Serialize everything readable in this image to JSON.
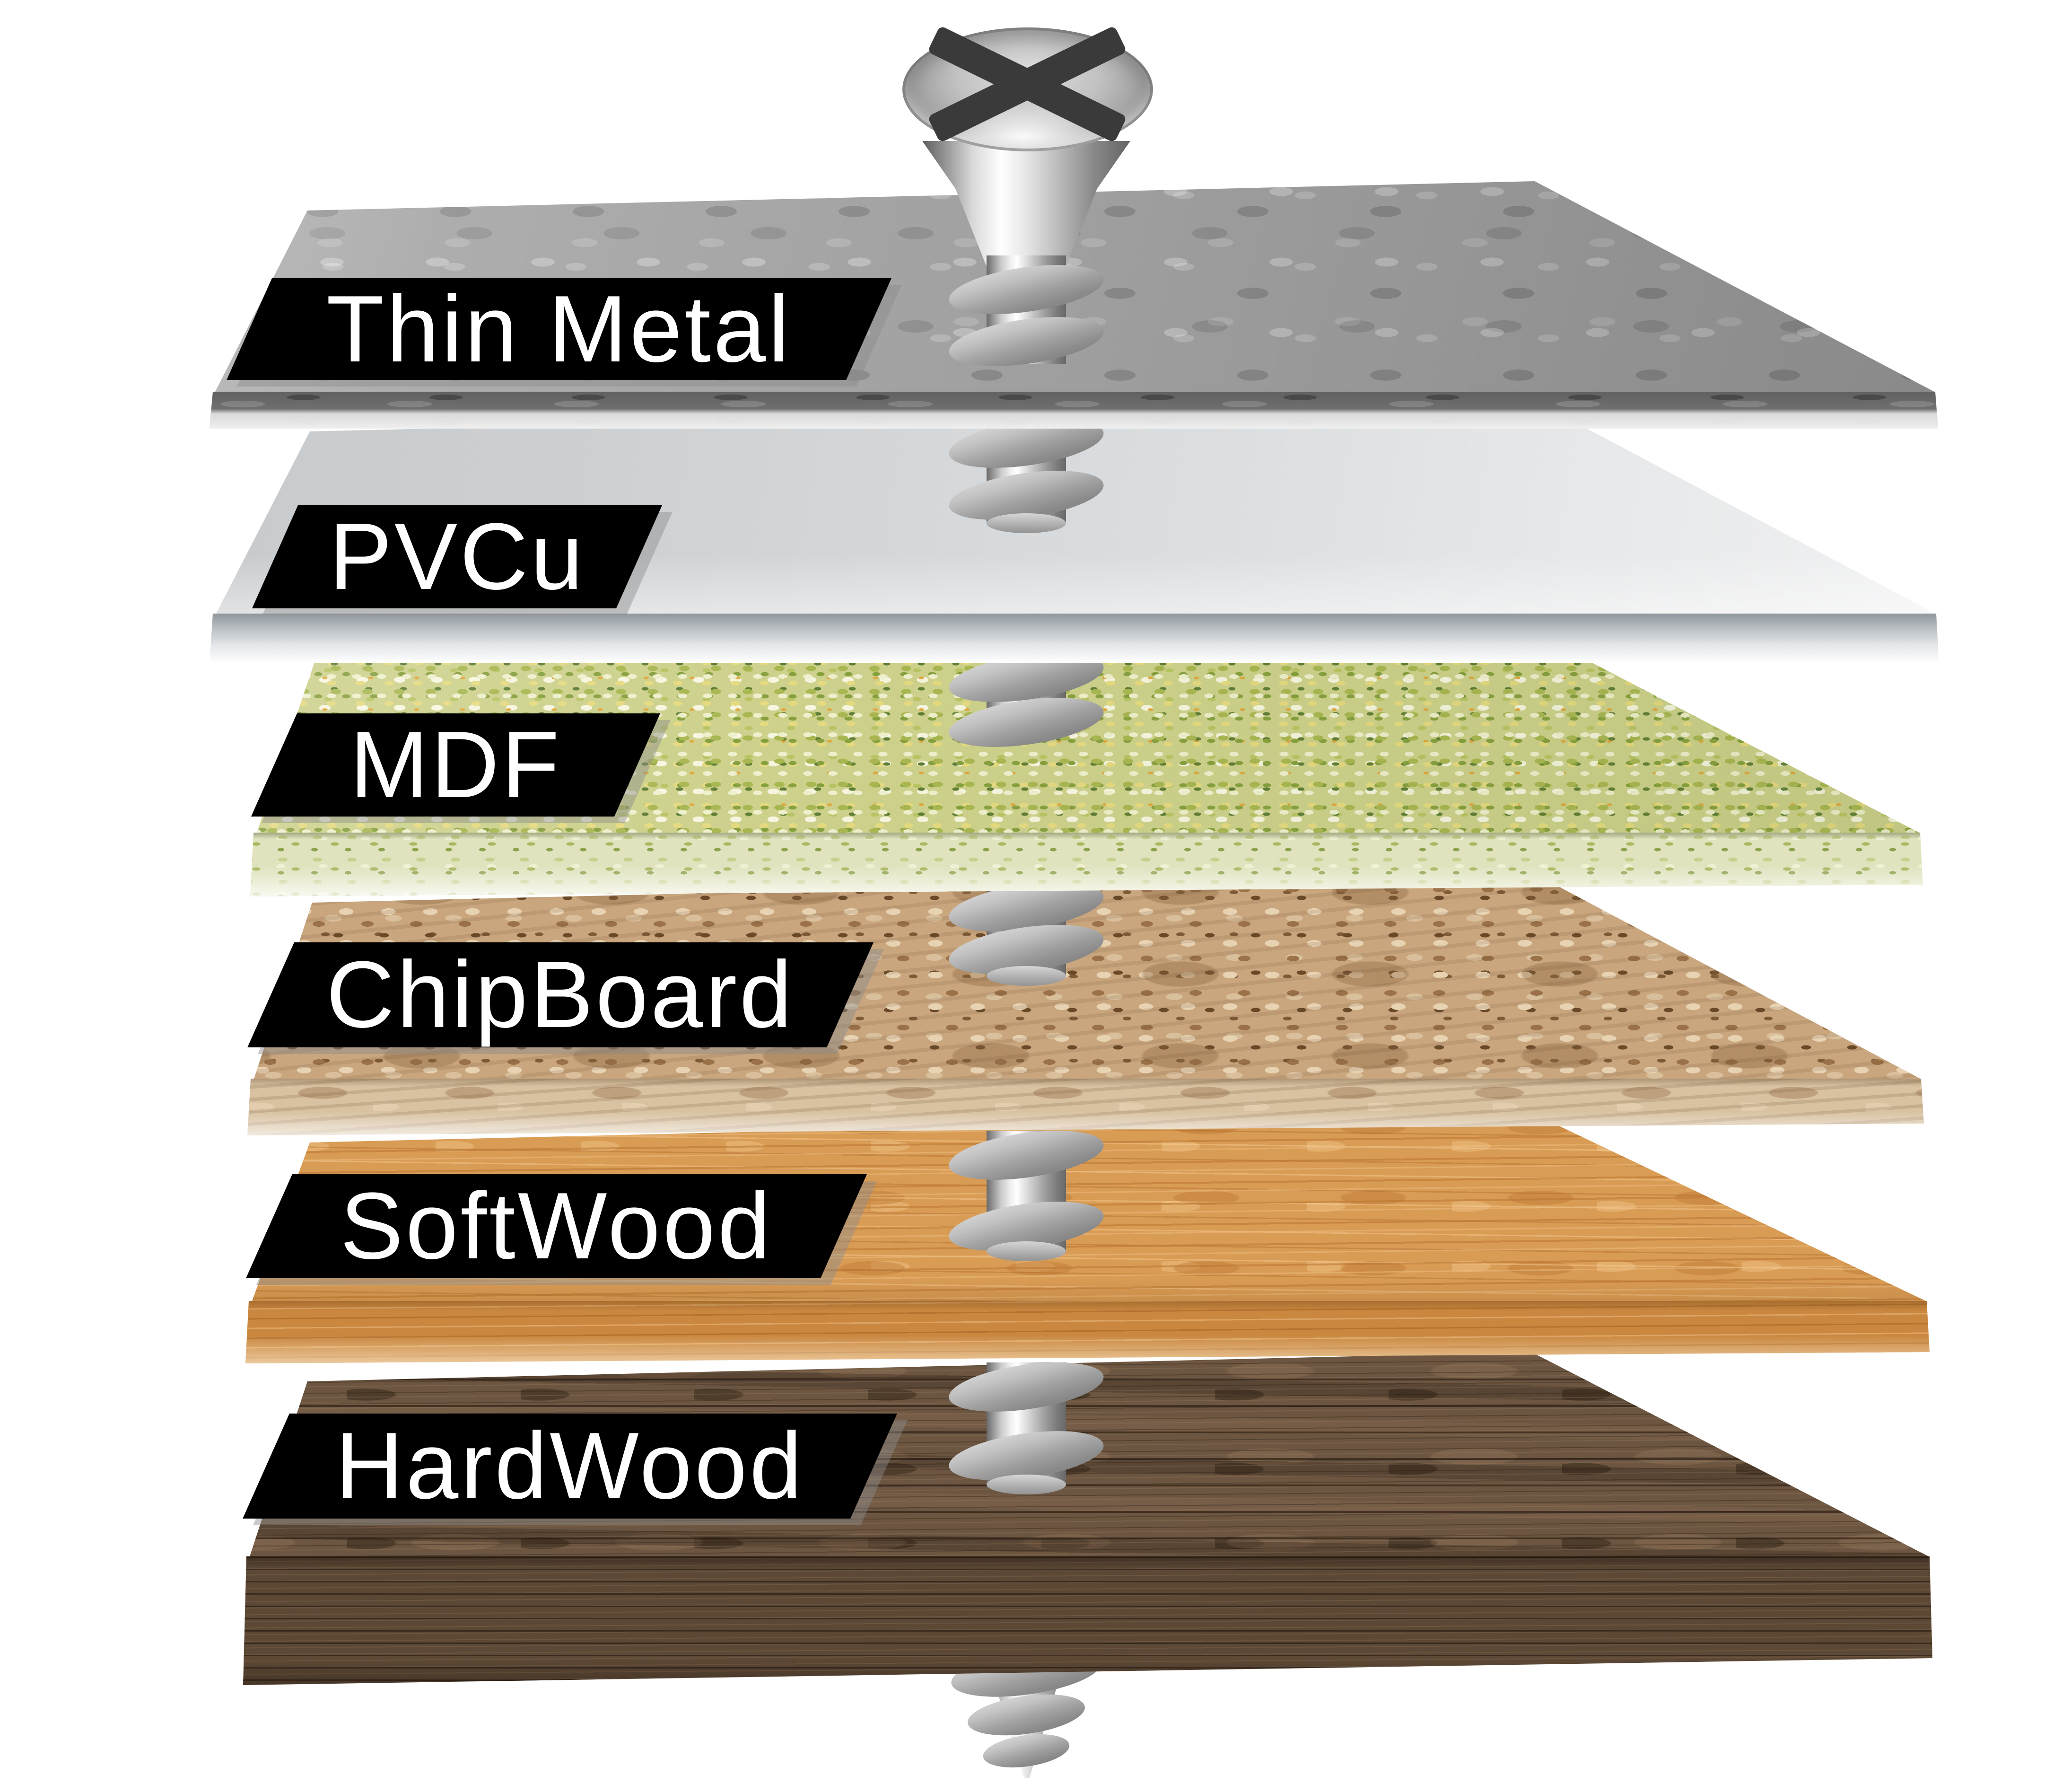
{
  "diagram_type": "screw-through-materials-stack",
  "background_color": "#ffffff",
  "layers": [
    {
      "label": "Thin Metal",
      "surface_color": "#a2a2a2",
      "edge_color": "#7b7b7b"
    },
    {
      "label": "PVCu",
      "surface_color": "#d7dadc",
      "edge_color": "#c8ced2"
    },
    {
      "label": "MDF",
      "surface_color": "#cdd18c",
      "edge_color": "#e0e3bd"
    },
    {
      "label": "ChipBoard",
      "surface_color": "#c9a67e",
      "edge_color": "#d8c2a1"
    },
    {
      "label": "SoftWood",
      "surface_color": "#d99c55",
      "edge_color": "#c9873f"
    },
    {
      "label": "HardWood",
      "surface_color": "#6d5641",
      "edge_color": "#5c4835"
    }
  ],
  "label_style": {
    "background": "#000000",
    "text_color": "#ffffff"
  },
  "screw": {
    "type": "countersunk screw",
    "drive": "phillips",
    "metal_color": "#c7c7c7",
    "slot_color": "#3a3a3a"
  }
}
